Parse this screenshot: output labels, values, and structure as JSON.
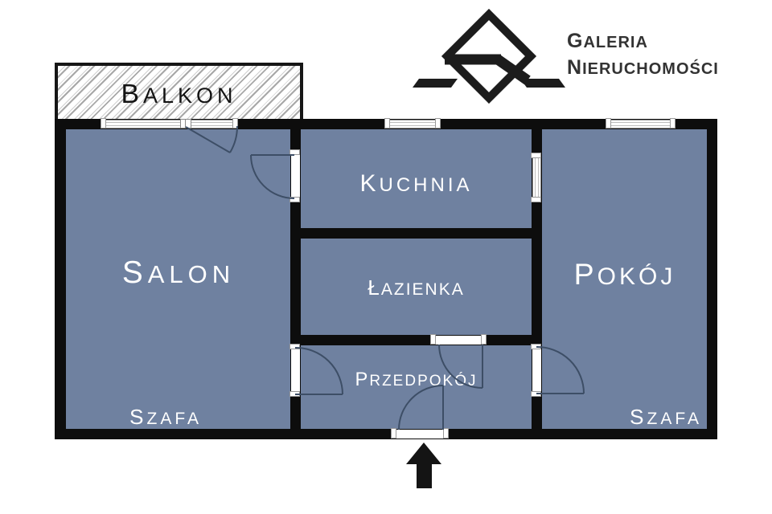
{
  "logo": {
    "line1": "GALERIA",
    "line2": "NIERUCHOMOŚCI",
    "mark_icon": "diamond-g-logo"
  },
  "plan": {
    "balcony_label": "BALKON",
    "rooms": {
      "salon": "SALON",
      "kitchen": "KUCHNIA",
      "bathroom": "ŁAZIENKA",
      "bedroom": "POKÓJ",
      "hallway": "PRZEDPOKÓJ"
    },
    "wardrobes": {
      "salon": "SZAFA",
      "bedroom": "SZAFA"
    },
    "entrance_icon": "arrow-up",
    "colors": {
      "room_fill": "#6F81A0",
      "wall": "#0D0D0D",
      "door_swing": "#3D4E66",
      "balcony_hatch": "#A8A8A8",
      "room_label_text": "#FFFFFF",
      "balcony_label_text": "#131313",
      "logo_color": "#1C1C1C"
    }
  }
}
